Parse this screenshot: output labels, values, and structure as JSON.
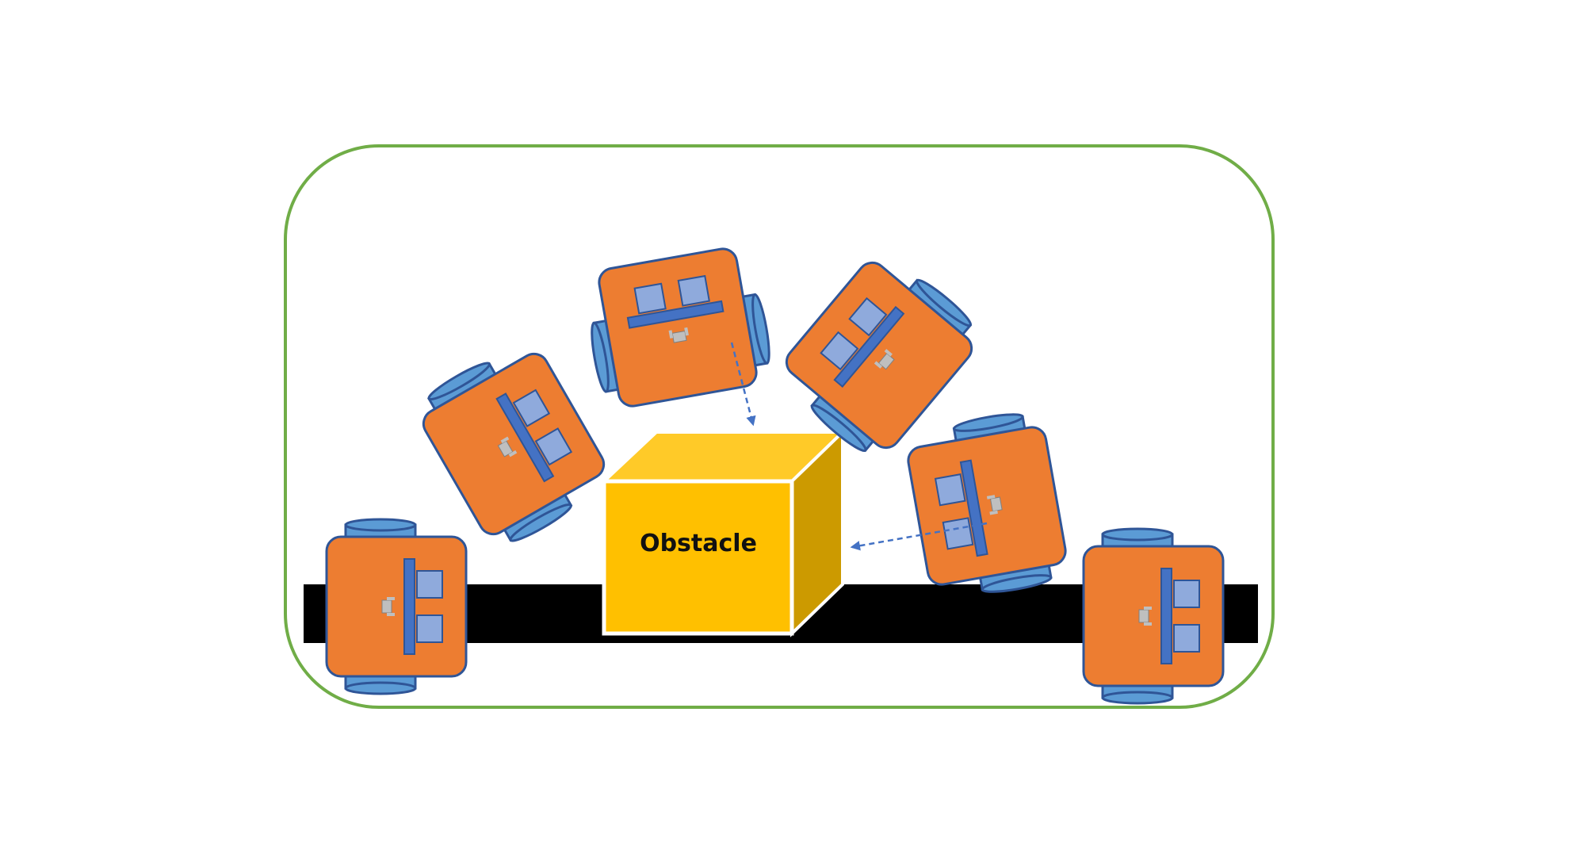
{
  "obstacle": {
    "label": "Obstacle"
  },
  "colors": {
    "border_green": "#70AD47",
    "track_black": "#000000",
    "robot_body": "#ED7D31",
    "robot_outline": "#2F5597",
    "wheel_fill": "#5B9BD5",
    "sensor_blue": "#8FAADC",
    "sensor_bar": "#4472C4",
    "connector_gray": "#BFBFBF",
    "box_front": "#FFC000",
    "box_top": "#FFCA28",
    "box_side": "#CC9A00",
    "arrow_blue": "#4472C4"
  },
  "robots": [
    {
      "id": "start",
      "heading_deg": 0
    },
    {
      "id": "turn-1",
      "heading_deg": -30
    },
    {
      "id": "turn-2",
      "heading_deg": -100
    },
    {
      "id": "turn-3",
      "heading_deg": -140
    },
    {
      "id": "turn-4",
      "heading_deg": -190
    },
    {
      "id": "end",
      "heading_deg": 0
    }
  ]
}
